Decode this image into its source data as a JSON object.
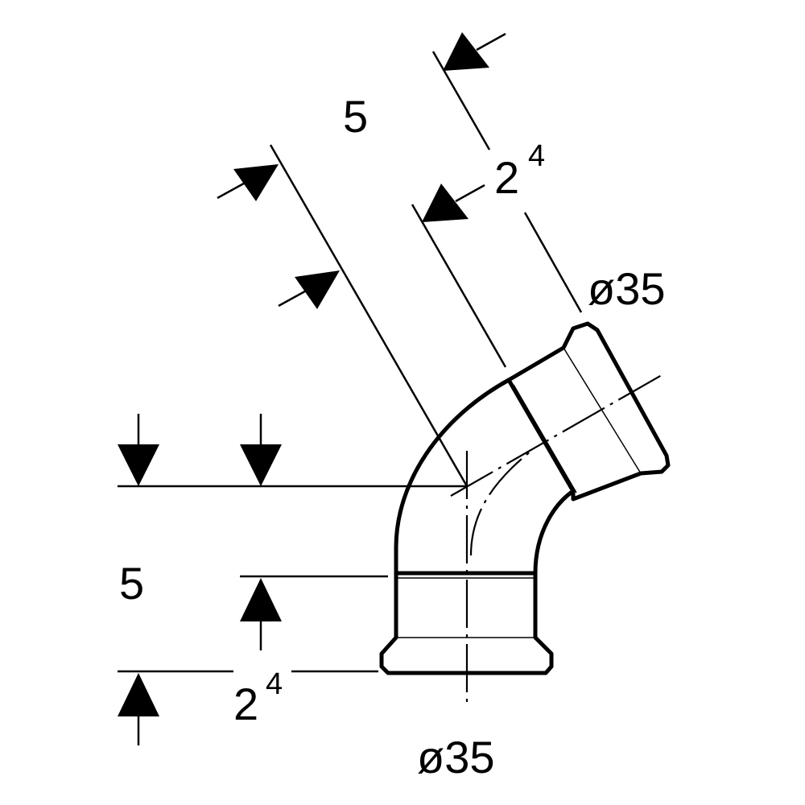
{
  "dimensions": {
    "vertical_length": "5",
    "vertical_insert_base": "2",
    "vertical_insert_sup": "4",
    "vertical_diameter": "ø35",
    "angled_length": "5",
    "angled_insert_base": "2",
    "angled_insert_sup": "4",
    "angled_diameter": "ø35"
  }
}
